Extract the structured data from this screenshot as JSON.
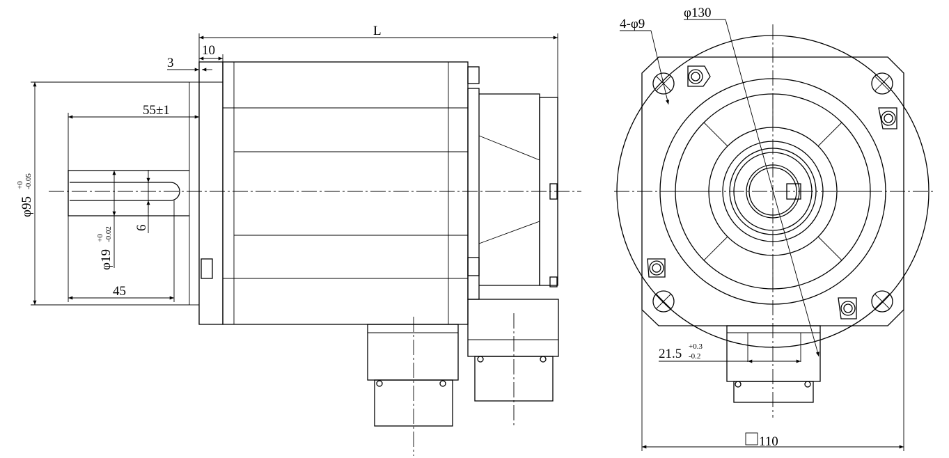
{
  "side_view": {
    "length": "L",
    "flange_thickness": "10",
    "flange_offset": "3",
    "shaft_length": "55±1",
    "key_length": "45",
    "key_width": "6",
    "shaft_dia_main": "φ19",
    "shaft_dia_upper": "+0",
    "shaft_dia_lower": "-0.02",
    "spigot_dia_main": "φ95",
    "spigot_dia_upper": "+0",
    "spigot_dia_lower": "-0.05"
  },
  "front_view": {
    "hole_callout": "4-φ9",
    "pcd": "φ130",
    "key_depth_main": "21.5",
    "key_depth_upper": "+0.3",
    "key_depth_lower": "-0.2",
    "square_size": "110"
  }
}
